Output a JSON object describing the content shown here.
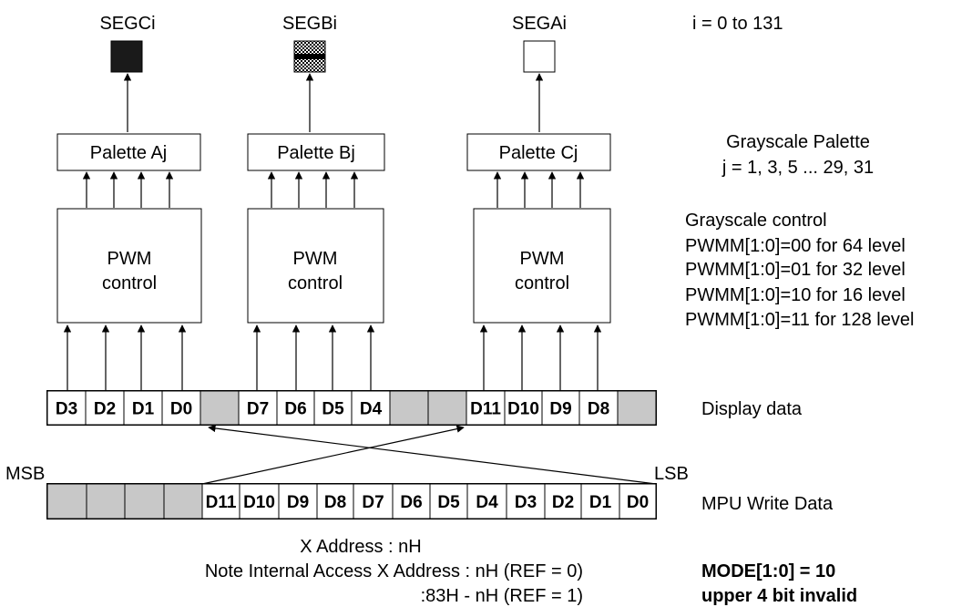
{
  "segments": [
    {
      "label": "SEGCi",
      "fill": "dark"
    },
    {
      "label": "SEGBi",
      "fill": "pattern"
    },
    {
      "label": "SEGAi",
      "fill": "white"
    }
  ],
  "seg_range": "i = 0 to 131",
  "palettes": [
    "Palette Aj",
    "Palette Bj",
    "Palette Cj"
  ],
  "palette_note": {
    "line1": "Grayscale Palette",
    "line2": "j = 1, 3, 5 ... 29, 31"
  },
  "pwm": {
    "line1": "PWM",
    "line2": "control"
  },
  "grayscale_control": {
    "title": "Grayscale control",
    "lines": [
      "PWMM[1:0]=00 for 64 level",
      "PWMM[1:0]=01 for 32 level",
      "PWMM[1:0]=10 for 16 level",
      "PWMM[1:0]=11 for 128 level"
    ]
  },
  "display_data": {
    "label": "Display data",
    "cells": [
      "D3",
      "D2",
      "D1",
      "D0",
      "",
      "D7",
      "D6",
      "D5",
      "D4",
      "",
      "",
      "D11",
      "D10",
      "D9",
      "D8",
      ""
    ]
  },
  "mpu_write": {
    "label": "MPU Write Data",
    "msb": "MSB",
    "lsb": "LSB",
    "cells": [
      "",
      "",
      "",
      "",
      "D11",
      "D10",
      "D9",
      "D8",
      "D7",
      "D6",
      "D5",
      "D4",
      "D3",
      "D2",
      "D1",
      "D0"
    ]
  },
  "address": {
    "line1": "X Address : nH",
    "line2": "Note Internal Access X Address : nH (REF = 0)",
    "line3": ":83H - nH (REF = 1)"
  },
  "mode": {
    "line1": "MODE[1:0] = 10",
    "line2": "upper 4 bit invalid"
  },
  "colors": {
    "gray_cell": "#c8c8c8",
    "dark_seg": "#1a1a1a"
  }
}
